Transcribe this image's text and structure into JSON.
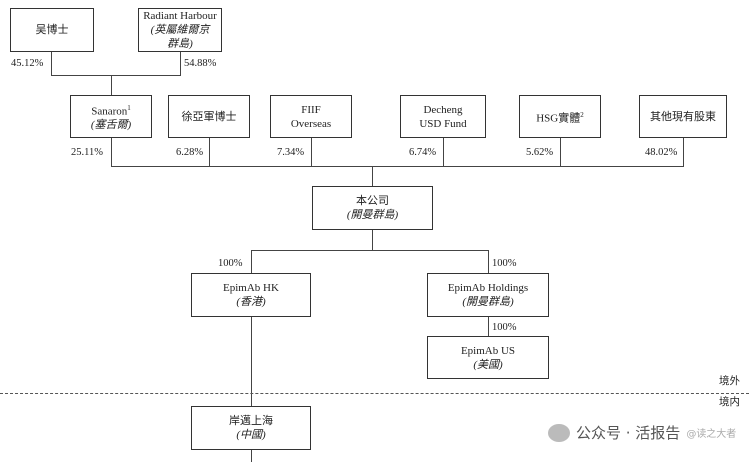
{
  "top_entities": [
    {
      "label": "吴博士"
    },
    {
      "label": "Radiant Harbour",
      "sub": "(英屬維爾京",
      "sub2": "群島)"
    }
  ],
  "top_pcts": [
    "45.12%",
    "54.88%"
  ],
  "level2": [
    {
      "label": "Sanaron",
      "sup": "1",
      "sub": "(塞舌爾)",
      "pct": "25.11%"
    },
    {
      "label": "徐亞軍博士",
      "pct": "6.28%"
    },
    {
      "label": "FIIF",
      "label2": "Overseas",
      "pct": "7.34%"
    },
    {
      "label": "Decheng",
      "label2": "USD Fund",
      "pct": "6.74%"
    },
    {
      "label": "HSG實體",
      "sup": "2",
      "pct": "5.62%"
    },
    {
      "label": "其他現有股東",
      "pct": "48.02%"
    }
  ],
  "company": {
    "label": "本公司",
    "sub": "(開曼群島)"
  },
  "subs": [
    {
      "label": "EpimAb HK",
      "sub": "(香港)",
      "pct": "100%"
    },
    {
      "label": "EpimAb Holdings",
      "sub": "(開曼群島)",
      "pct": "100%"
    },
    {
      "label": "EpimAb US",
      "sub": "(美國)",
      "pct": "100%"
    }
  ],
  "onshore": {
    "label": "岸邁上海",
    "sub": "(中國)"
  },
  "zones": {
    "offshore": "境外",
    "onshore": "境内"
  },
  "watermark": {
    "text": "公众号 · 活报告",
    "ghost": "@读之大者",
    "icon": "wechat-icon"
  }
}
